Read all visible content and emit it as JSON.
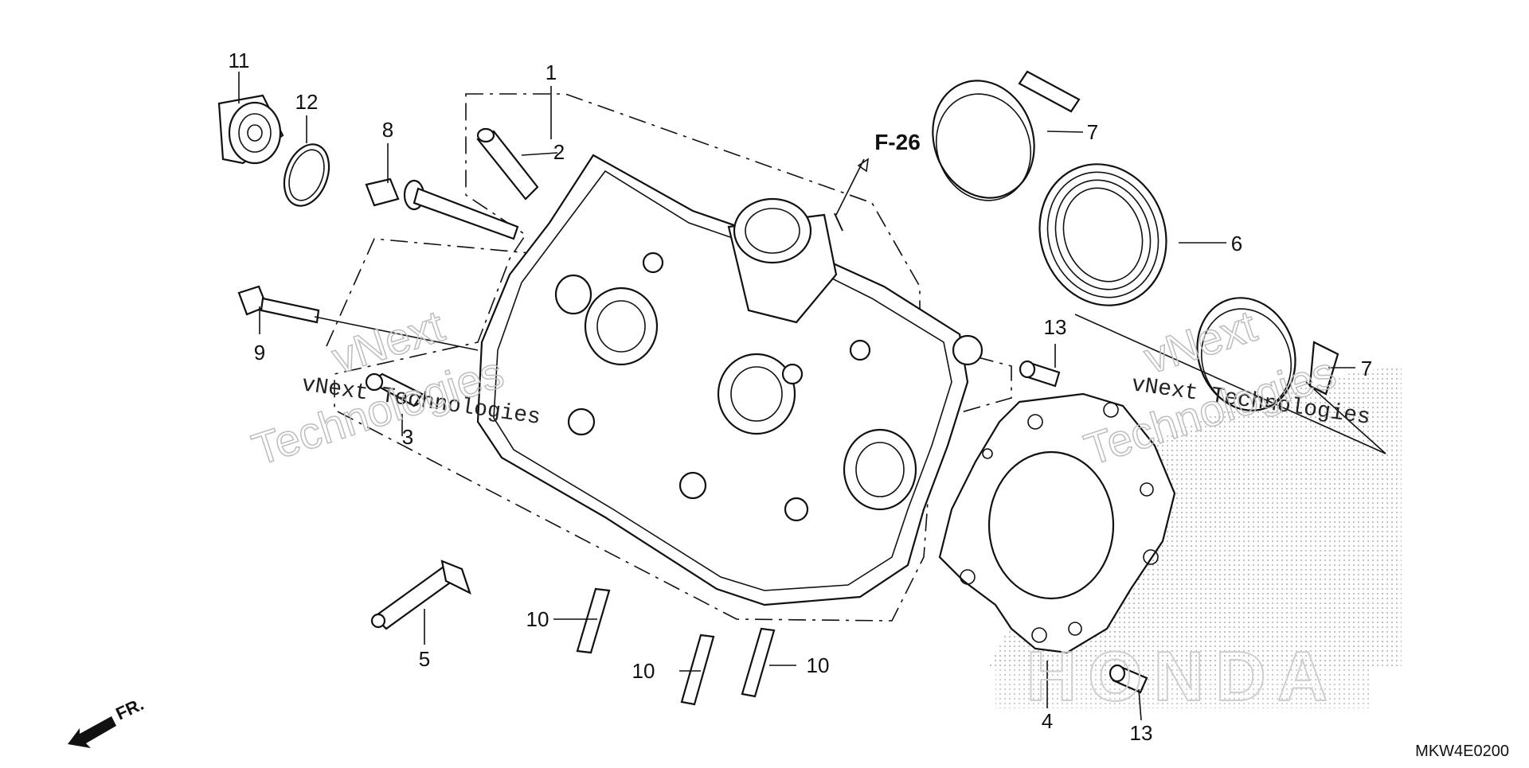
{
  "diagram": {
    "code": "MKW4E0200",
    "reference": "F-26",
    "direction_label": "FR.",
    "callouts": [
      "1",
      "2",
      "3",
      "4",
      "5",
      "6",
      "7",
      "7",
      "8",
      "9",
      "10",
      "10",
      "10",
      "11",
      "12",
      "13",
      "13"
    ]
  },
  "watermark": {
    "line1": "vNext Technologies",
    "line2": "vNext",
    "line3": "Technologies",
    "brand": "HONDA"
  },
  "colors": {
    "ink": "#111111",
    "watermark_outline": "#bdbdbd",
    "background": "#ffffff"
  }
}
